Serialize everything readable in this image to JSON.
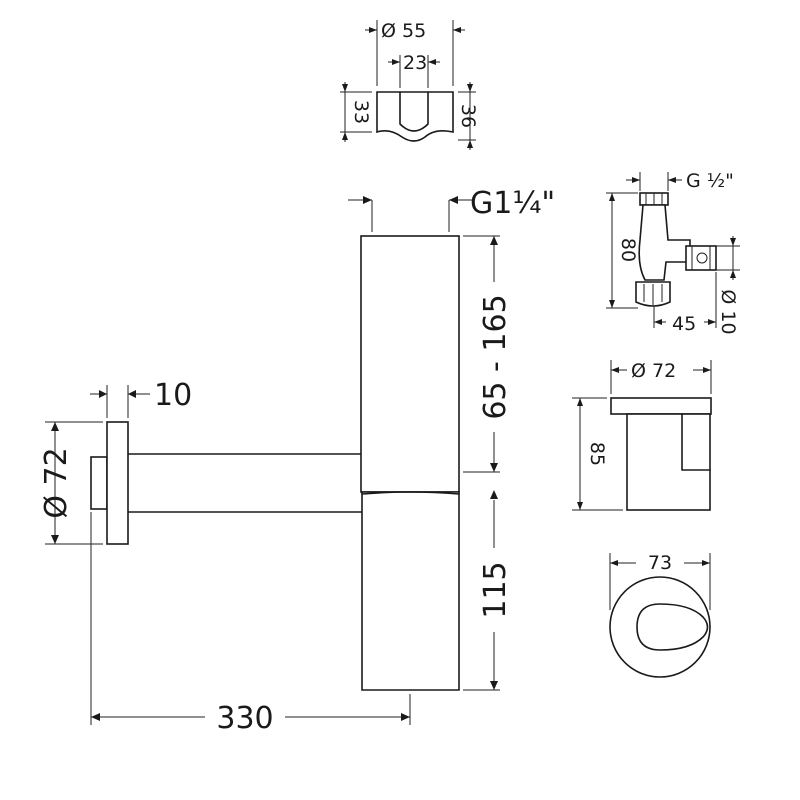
{
  "top_view": {
    "dia_outer": "Ø 55",
    "width_inner": "23",
    "height_left": "33",
    "height_right": "36"
  },
  "main_view": {
    "thread": "G1¼\"",
    "flange_thickness": "10",
    "flange_dia": "Ø 72",
    "upper_height": "65 - 165",
    "lower_height": "115",
    "length": "330"
  },
  "valve_view": {
    "thread": "G ½\"",
    "height": "80",
    "width": "45",
    "dia": "Ø 10"
  },
  "cap_side_view": {
    "dia": "Ø 72",
    "height": "85"
  },
  "cap_front_view": {
    "width": "73"
  }
}
